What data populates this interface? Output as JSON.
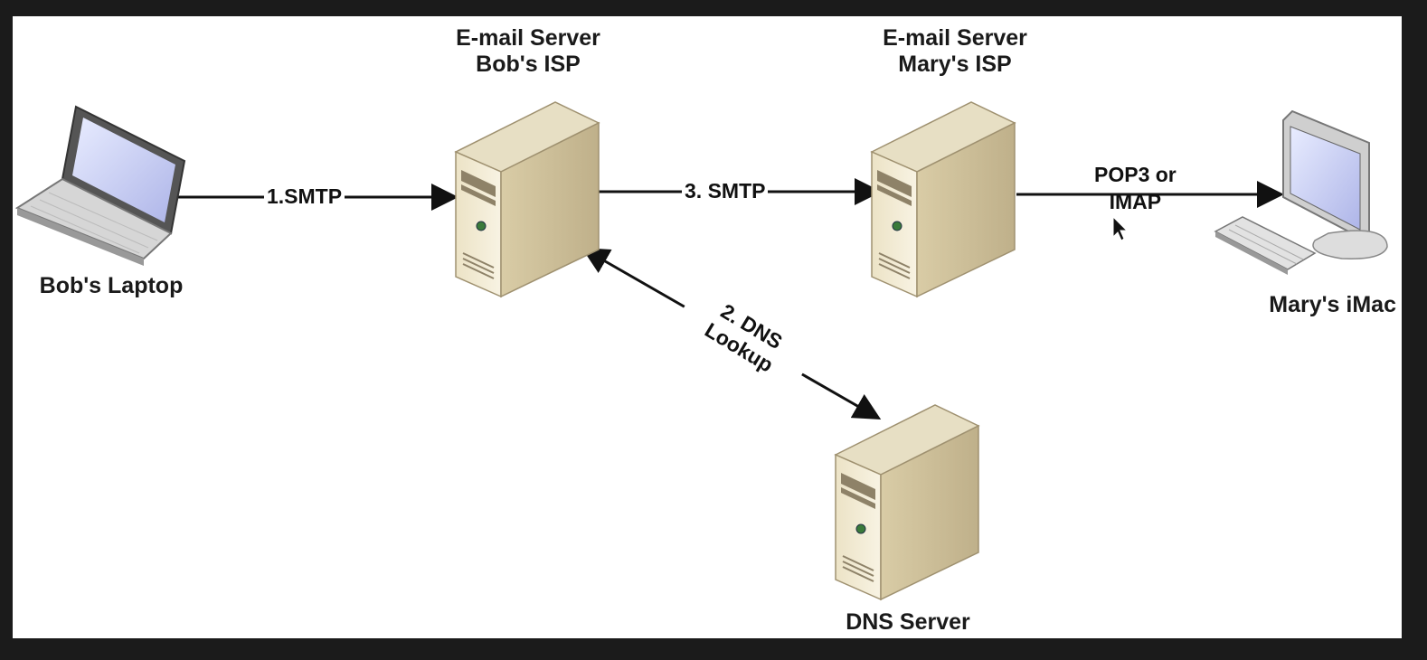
{
  "nodes": {
    "bobs_laptop": {
      "label": "Bob's Laptop"
    },
    "bobs_server": {
      "line1": "E-mail Server",
      "line2": "Bob's ISP"
    },
    "marys_server": {
      "line1": "E-mail Server",
      "line2": "Mary's ISP"
    },
    "marys_imac": {
      "label": "Mary's iMac"
    },
    "dns_server": {
      "label": "DNS Server"
    }
  },
  "edges": {
    "smtp1": {
      "label": "1.SMTP"
    },
    "dns": {
      "line1": "2. DNS",
      "line2": "Lookup"
    },
    "smtp3": {
      "label": "3. SMTP"
    },
    "pop": {
      "line1": "POP3 or",
      "line2": "IMAP"
    }
  },
  "colors": {
    "server_body": "#f1ead4",
    "server_side": "#c9bc97",
    "line": "#111111"
  }
}
